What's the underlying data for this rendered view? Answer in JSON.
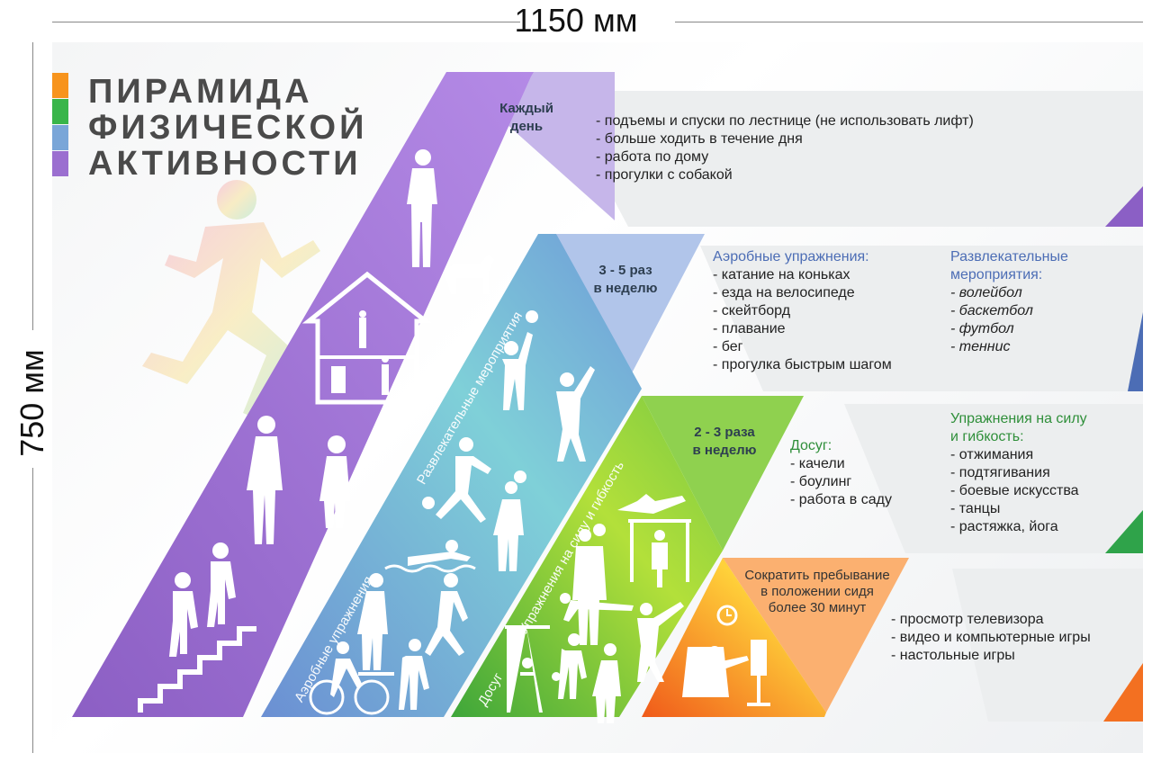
{
  "dimensions": {
    "width": "1150 мм",
    "height": "750 мм"
  },
  "title": {
    "line1": "ПИРАМИДА",
    "line2": "ФИЗИЧЕСКОЙ",
    "line3": "АКТИВНОСТИ"
  },
  "colors": {
    "purple": "#9b6fd0",
    "blue": "#7aa6d8",
    "green": "#7ac943",
    "orange": "#f7941d",
    "grey": "#eceeef"
  },
  "tiers": {
    "daily": {
      "frequency": "Каждый\nдень",
      "items": [
        "- подъемы и спуски по лестнице (не использовать лифт)",
        "- больше ходить в течение дня",
        "- работа по дому",
        "- прогулки с собакой"
      ]
    },
    "weekly_3_5": {
      "frequency": "3 - 5 раз\nв неделю",
      "aerobic_header": "Аэробные упражнения:",
      "aerobic_items": [
        "- катание на коньках",
        "- езда на велосипеде",
        "- скейтборд",
        "- плавание",
        "- бег",
        "- прогулка быстрым шагом"
      ],
      "recreation_header_line1": "Развлекательные",
      "recreation_header_line2": "мероприятия:",
      "recreation_items": [
        "- волейбол",
        "- баскетбол",
        "- футбол",
        "- теннис"
      ],
      "side_label_left": "Аэробные упражнения",
      "side_label_right": "Развлекательные мероприятия"
    },
    "weekly_2_3": {
      "frequency": "2 - 3 раза\nв неделю",
      "leisure_header": "Досуг:",
      "leisure_items": [
        "- качели",
        "- боулинг",
        "- работа в саду"
      ],
      "strength_header_line1": "Упражнения на силу",
      "strength_header_line2": "и гибкость:",
      "strength_items": [
        "- отжимания",
        "- подтягивания",
        "- боевые искусства",
        "- танцы",
        "- растяжка, йога"
      ],
      "side_label_left": "Досуг",
      "side_label_right": "Упражнения на силу и гибкость"
    },
    "reduce": {
      "header_line1": "Сократить пребывание",
      "header_line2": "в положении сидя",
      "header_line3": "более 30 минут",
      "items": [
        "- просмотр телевизора",
        "- видео и компьютерные игры",
        "- настольные игры"
      ]
    }
  }
}
